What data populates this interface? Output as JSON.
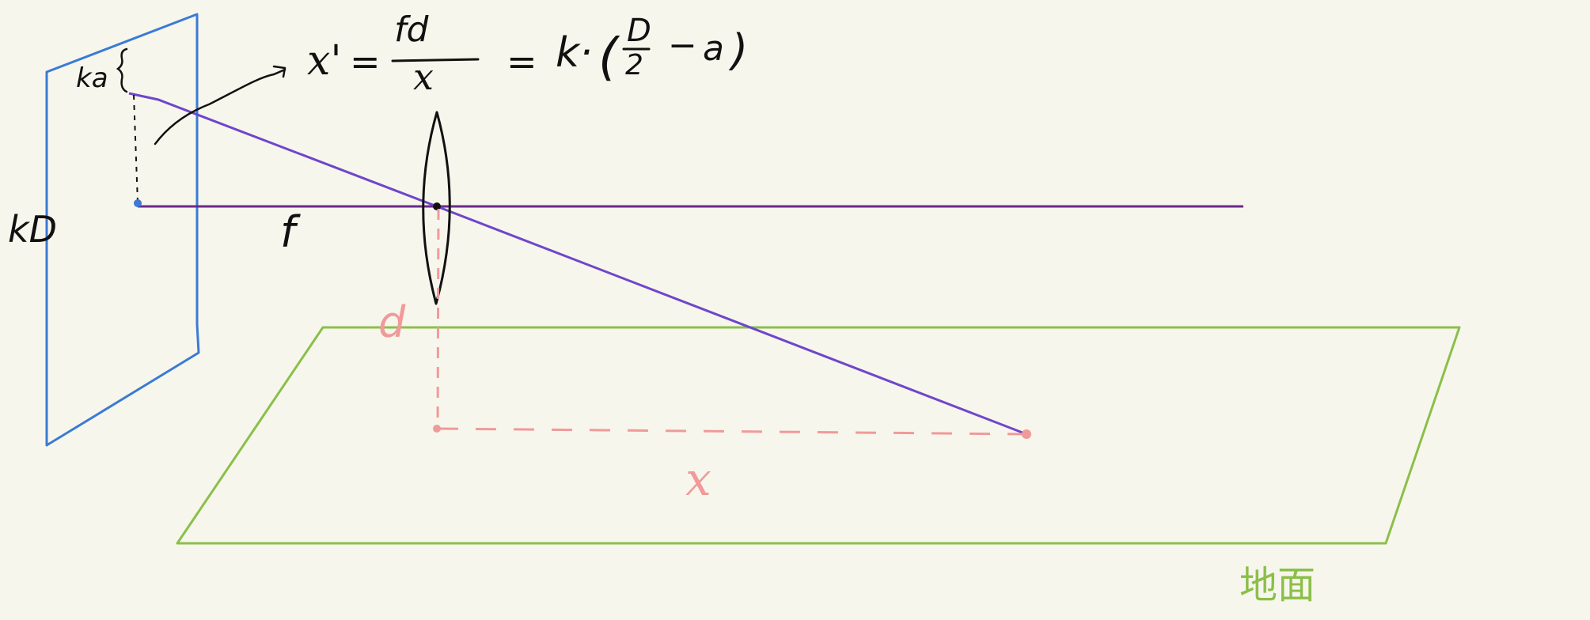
{
  "colors": {
    "background": "#f7f6ec",
    "image_plane": "#3a7bd5",
    "optical_axis": "#6a2a8a",
    "ray": "#6e46cc",
    "ground": "#8bbf4a",
    "measure": "#f09a9a",
    "ink": "#111111"
  },
  "labels": {
    "image_height": "kD",
    "image_offset": "ka",
    "focal_length": "f",
    "camera_height": "d",
    "ground_distance": "x",
    "ground_plane": "地面"
  },
  "formula": {
    "lhs": "x'",
    "equals_1": "=",
    "fraction_numerator": "fd",
    "fraction_denominator": "x",
    "equals_2": "=",
    "factor": "k·",
    "paren_open": "(",
    "half_numerator": "D",
    "half_denominator": "2",
    "minus": "−",
    "term": "a",
    "paren_close": ")"
  }
}
